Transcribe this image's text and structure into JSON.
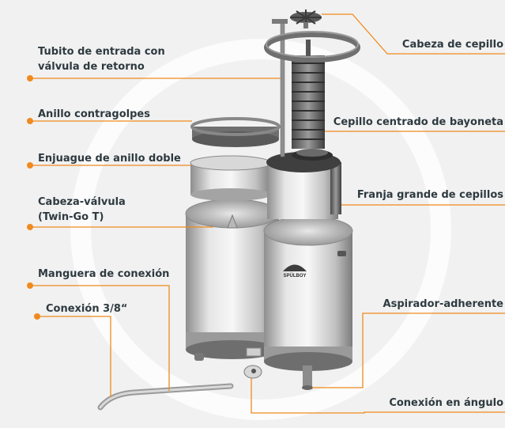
{
  "labels": {
    "tubito": [
      "Tubito de entrada con",
      "válvula de retorno"
    ],
    "anillo": "Anillo contragolpes",
    "enjuague": "Enjuague de anillo doble",
    "cabeza_valvula": [
      "Cabeza-válvula",
      "(Twin-Go T)"
    ],
    "manguera": "Manguera de conexión",
    "conexion38": "Conexión 3/8“",
    "cabeza_cepillo": "Cabeza de cepillo",
    "cepillo_centrado": "Cepillo centrado de bayoneta",
    "franja": "Franja grande de cepillos",
    "aspirador": "Aspirador-adherente",
    "conexion_angulo": "Conexión en ángulo"
  },
  "logo_text": "SPÜLBOY",
  "colors": {
    "accent": "#f08a1e",
    "text": "#2e3a40",
    "background": "#f1f1f1",
    "metal": "#c9c9c9"
  }
}
